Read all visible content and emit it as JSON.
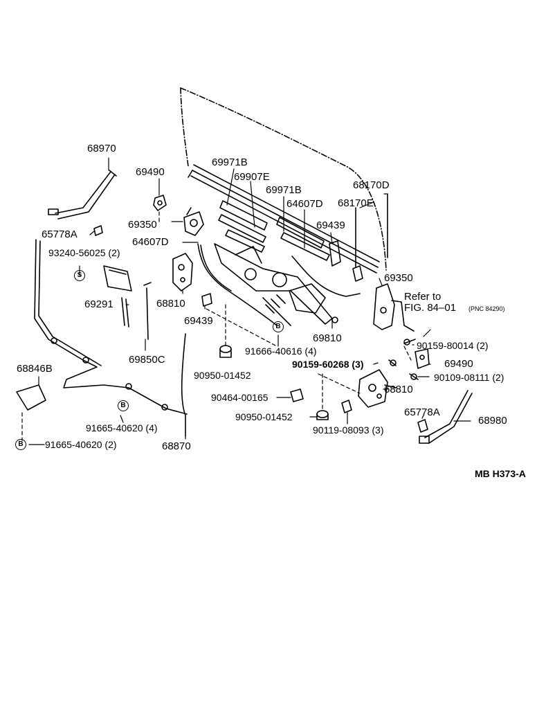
{
  "labels": {
    "p68970": "68970",
    "p69490a": "69490",
    "p69971b_1": "69971B",
    "p69907e": "69907E",
    "p69971b_2": "69971B",
    "p68170d": "68170D",
    "p64607d_1": "64607D",
    "p68170e": "68170E",
    "p65778a_1": "65778A",
    "p69350a": "69350",
    "p69439a": "69439",
    "p64607d_2": "64607D",
    "p93240": "93240-56025 (2)",
    "p69350b": "69350",
    "p69291": "69291",
    "p68810a": "68810",
    "refer_line1": "Refer to",
    "refer_line2": "FIG. 84–01",
    "refer_pnc": "(PNC 84290)",
    "p69439b": "69439",
    "p69810": "69810",
    "p91666": "91666-40616 (4)",
    "p90159_80014": "90159-80014 (2)",
    "p69850c": "69850C",
    "p90159_60268": "90159-60268 (3)",
    "p69490b": "69490",
    "p68846b": "68846B",
    "p90950_a": "90950-01452",
    "p90109": "90109-08111 (2)",
    "p68810b": "68810",
    "p90464": "90464-00165",
    "p65778a_2": "65778A",
    "p90950_b": "90950-01452",
    "p68980": "68980",
    "p91665_a": "91665-40620 (4)",
    "p90119": "90119-08093 (3)",
    "p91665_b": "91665-40620 (2)",
    "p68870": "68870",
    "code": "MB  H373-A"
  },
  "symbols": {
    "s_marker": "S",
    "b_marker": "B"
  }
}
